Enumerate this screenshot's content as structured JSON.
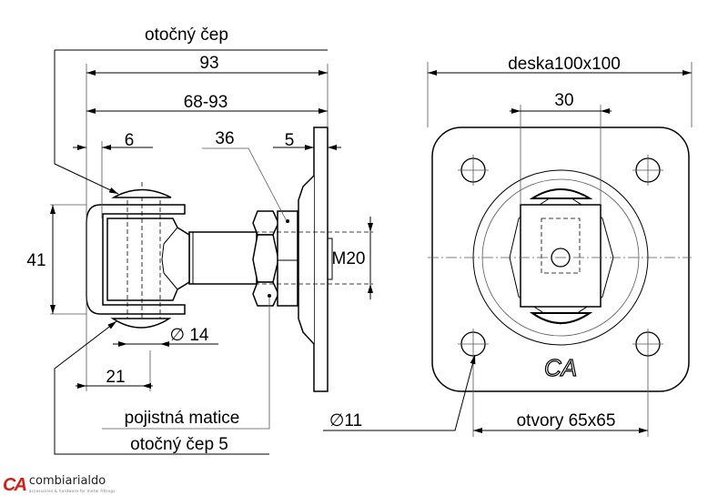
{
  "labels": {
    "pivot_pin_title": "otočný čep",
    "dim_93": "93",
    "dim_68_93": "68-93",
    "dim_6": "6",
    "dim_36": "36",
    "dim_5": "5",
    "dim_41": "41",
    "dim_m20": "M20",
    "dim_d14": "∅ 14",
    "dim_21": "21",
    "lock_nut": "pojistná matice",
    "pivot_pin_5": "otočný čep 5",
    "dim_d11": "∅11",
    "plate": "deska100x100",
    "dim_30": "30",
    "holes": "otvory 65x65"
  },
  "logo": {
    "mark": "CA",
    "name": "combiarialdo",
    "tagline": "accessories & hardware for metal fittings"
  },
  "colors": {
    "brand": "#d0201b"
  }
}
